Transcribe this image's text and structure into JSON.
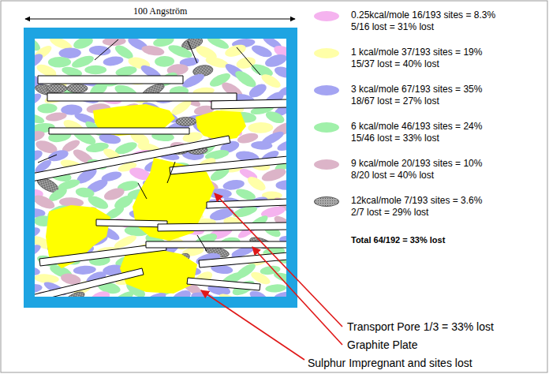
{
  "diagram": {
    "labels": [
      "100 Angström",
      "Total 64/192 = 33% lost",
      "Transport Pore 1/3 = 33% lost",
      "Graphite Plate",
      "Sulphur Impregnant and sites lost"
    ],
    "legend": [
      {
        "text": "0.25kcal/mole 16/193 sites = 8.3% 5/16 lost = 31% lost",
        "color": "#f5b3ef"
      },
      {
        "text": "1 kcal/mole 37/193 sites = 19% 15/37 lost = 40% lost",
        "color": "#ffffa8"
      },
      {
        "text": "3 kcal/mole 67/193 sites = 35% 18/67 lost = 27% lost",
        "color": "#a4a4f2"
      },
      {
        "text": "6 kcal/mole 46/193 sites = 24% 15/46 lost = 33% lost",
        "color": "#a0f0aa"
      },
      {
        "text": "9 kcal/mole 20/193 sites = 10% 8/20 lost = 40% lost",
        "color": "#dcb4c8"
      },
      {
        "text": "12kcal/mole 7/193 sites = 3.6% 2/7 lost = 29% lost",
        "color": "#a8a8a8"
      }
    ]
  }
}
